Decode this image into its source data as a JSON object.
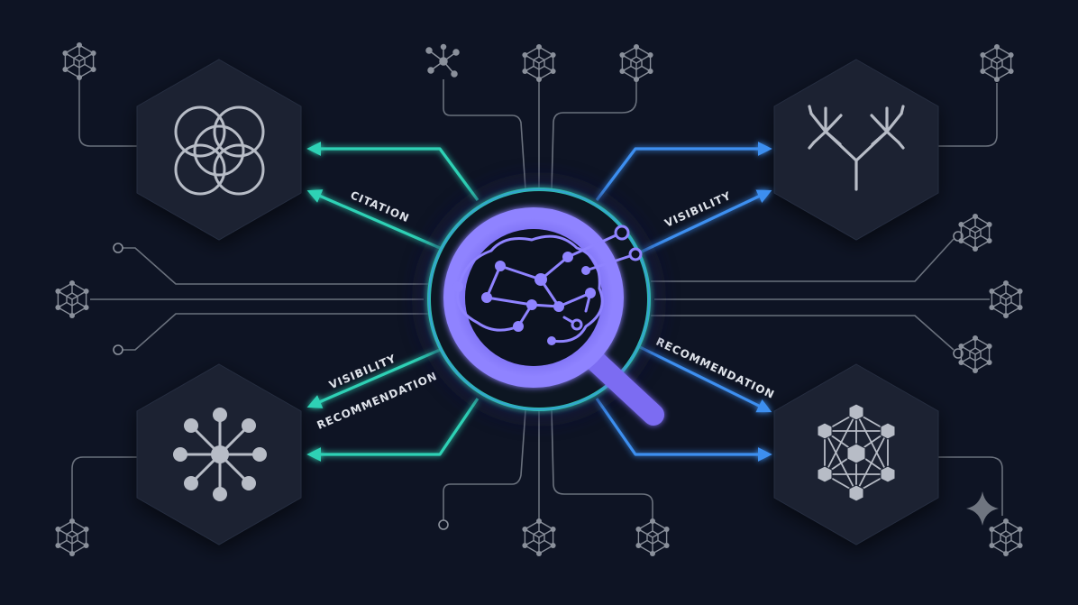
{
  "labels": {
    "citation": "CITATION",
    "visibility_right": "VISIBILITY",
    "visibility_left": "VISIBILITY",
    "recommendation_left": "RECOMMENDATION",
    "recommendation_right": "RECOMMENDATION"
  },
  "nodes": {
    "top_left": "venn-circles-icon",
    "top_right": "tree-branch-icon",
    "bottom_left": "hub-network-icon",
    "bottom_right": "mesh-network-icon",
    "center": "brain-magnifier-icon"
  },
  "colors": {
    "background": "#0e1424",
    "hexagon": "#1b2232",
    "trace": "#8a909b",
    "teal": "#2fd1b5",
    "blue": "#3d8ff0",
    "purple": "#7b6cf2"
  }
}
